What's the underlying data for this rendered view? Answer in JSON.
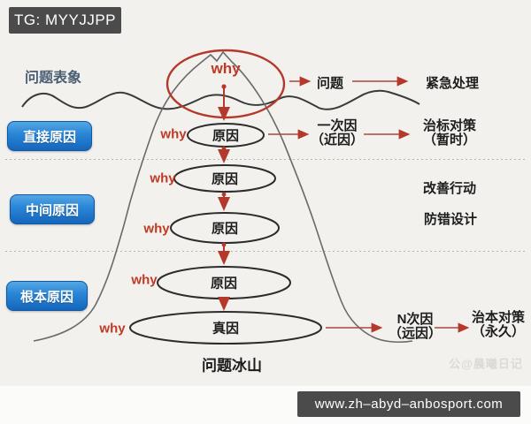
{
  "colors": {
    "accent_red": "#b5392a",
    "brand_blue": "#1d74cf",
    "bar_dark": "#4b4b4b",
    "label_blue": "#4a5e73",
    "background": "#f2f1ee"
  },
  "badges": {
    "tg": "TG: MYYJJPP",
    "url": "www.zh–abyd–anbosport.com"
  },
  "left_labels": {
    "surface": "问题表象",
    "direct": "直接原因",
    "middle": "中间原因",
    "root": "根本原因"
  },
  "why": "why",
  "chain": {
    "causes": [
      "原因",
      "原因",
      "原因",
      "原因"
    ],
    "true_cause": "真因"
  },
  "right": {
    "problem": "问题",
    "urgent": "紧急处理",
    "first_cause": "一次因",
    "first_cause_note": "（近因）",
    "symptomatic": "治标对策",
    "symptomatic_note": "（暂时）",
    "improvement": "改善行动",
    "error_proofing": "防错设计",
    "n_cause": "N次因",
    "n_cause_note": "（远因）",
    "permanent": "治本对策",
    "permanent_note": "（永久）"
  },
  "title": "问题冰山",
  "watermark": "公@晨曦日记"
}
